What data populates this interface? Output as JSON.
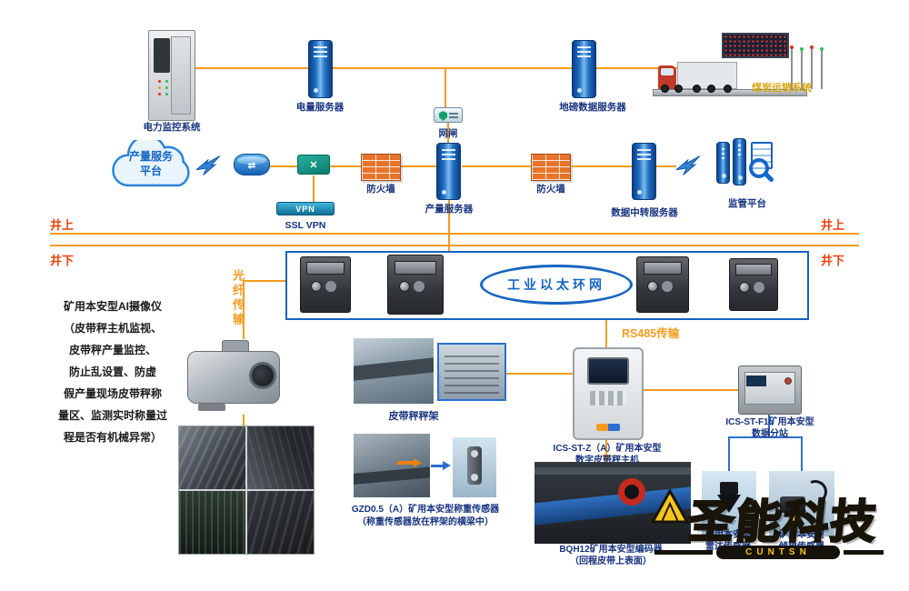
{
  "zones": {
    "above_left": "井上",
    "above_right": "井上",
    "below_left": "井下",
    "below_right": "井下"
  },
  "icons": {
    "router_arrows": "⇄",
    "switch_cross": "✕"
  },
  "above": {
    "power_monitor": "电力监控系统",
    "power_server": "电量服务器",
    "gateway": "网闸",
    "weighbridge_server": "地磅数据服务器",
    "coal_sales": "煤炭运销系统",
    "cloud_line1": "产量服务",
    "cloud_line2": "平台",
    "firewall1": "防火墙",
    "production_server": "产量服务器",
    "firewall2": "防火墙",
    "relay_server": "数据中转服务器",
    "supervision": "监管平台",
    "vpn_device": "VPN",
    "ssl_vpn": "SSL VPN"
  },
  "below": {
    "ring": "工业以太环网",
    "fiber": "光纤传输",
    "rs485": "RS485传输",
    "camera_note": [
      "矿用本安型AI摄像仪",
      "（皮带秤主机监视、",
      "皮带秤产量监控、",
      "防止乱设置、防虚",
      "假产量现场皮带秤称",
      "量区、监测实时称量过",
      "程是否有机械异常）"
    ],
    "belt_frame": "皮带秤秤架",
    "host_line1": "ICS-ST-Z（A）矿用本安型",
    "host_line2": "数字皮带秤主机",
    "substation_line1": "ICS-ST-F1矿用本安型",
    "substation_line2": "数据分站",
    "loadcell_line1": "GZD0.5（A）矿用本安型称重传感器",
    "loadcell_line2": "（称重传感器放在秤架的横梁中）",
    "encoder_line1": "BQH12矿用本安型编码器",
    "encoder_line2": "（回程皮带上表面）",
    "radar_line1": "矿用本安型",
    "radar_line2": "雷达传感器",
    "tilt_line1": "矿用本安型",
    "tilt_line2": "倾角传感器"
  },
  "watermark": {
    "cn": "圣能科技",
    "en": "CUNTSN"
  },
  "colors": {
    "line_orange": "#F49B1F",
    "link_blue": "#2B6FD0",
    "label_navy": "#17337E",
    "zone_red": "#E8430E",
    "gold": "#D7A410",
    "brand_gold": "#F6C51C",
    "ring_blue": "#1565C0"
  }
}
